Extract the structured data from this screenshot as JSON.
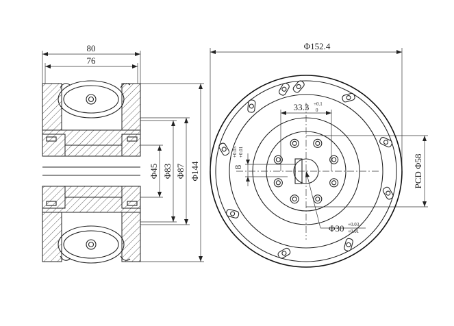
{
  "side_view": {
    "overall_width": "80",
    "inner_width": "76",
    "dia_bore": "Φ45",
    "dia_hub": "Φ83",
    "dia_flange": "Φ87",
    "dia_roller": "Φ144"
  },
  "front_view": {
    "outer_diameter": "Φ152.4",
    "keyway_width": "33.3",
    "keyway_width_tol_upper": "+0.1",
    "keyway_width_tol_lower": "0",
    "key_depth": "8",
    "key_depth_tol_upper": "+0.03",
    "key_depth_tol_lower": "+0.01",
    "pcd": "PCD Φ58",
    "bore_diameter": "Φ30",
    "bore_tol_upper": "+0.03",
    "bore_tol_lower": "+0.01"
  },
  "colors": {
    "line": "#222222",
    "background": "#ffffff"
  }
}
